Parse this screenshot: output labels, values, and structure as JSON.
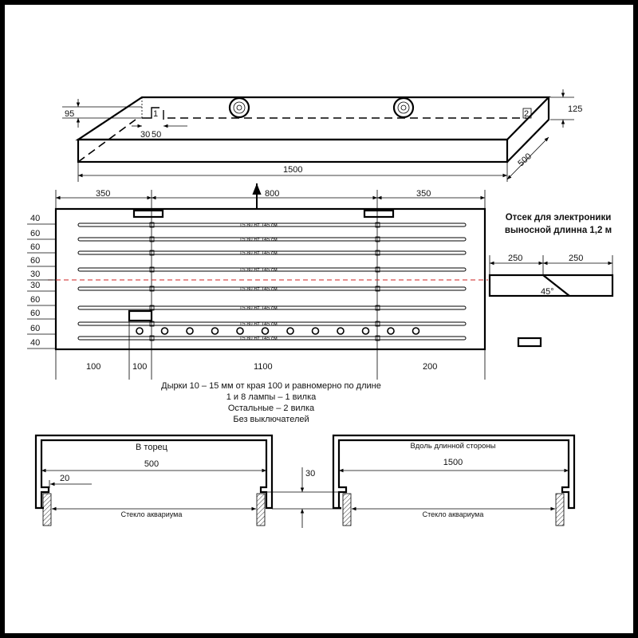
{
  "top_view": {
    "dim_height_left": "95",
    "dim_height_right": "125",
    "dim_depth": "500",
    "dim_length": "1500",
    "dim_offset_a": "30",
    "dim_offset_b": "50",
    "marker_1": "1",
    "marker_2": "2"
  },
  "plan": {
    "top_dims": [
      "350",
      "800",
      "350"
    ],
    "row_dims": [
      "40",
      "60",
      "60",
      "60",
      "30",
      "30",
      "60",
      "60",
      "60",
      "40"
    ],
    "lamp_label": "T5 80 Вт 145 см",
    "lamp_count": 8,
    "hole_count": 12,
    "bottom_dims": [
      "100",
      "100",
      "1100",
      "200"
    ]
  },
  "electronics": {
    "title_line1": "Отсек для электроники",
    "title_line2": "выносной длинна 1,2 м",
    "dims": [
      "250",
      "250"
    ],
    "angle": "45°"
  },
  "notes": [
    "Дырки 10 – 15 мм от края 100 и равномерно по длине",
    "1 и 8 лампы – 1 вилка",
    "Остальные – 2 вилка",
    "Без выключателей"
  ],
  "section_end": {
    "title": "В торец",
    "width": "500",
    "lip": "20",
    "glass": "Стекло аквариума"
  },
  "section_side": {
    "title": "Вдоль длинной стороны",
    "width": "1500",
    "glass": "Стекло аквариума"
  },
  "section_gap": "30",
  "colors": {
    "centerline": "#cc2222",
    "line": "#000000"
  }
}
